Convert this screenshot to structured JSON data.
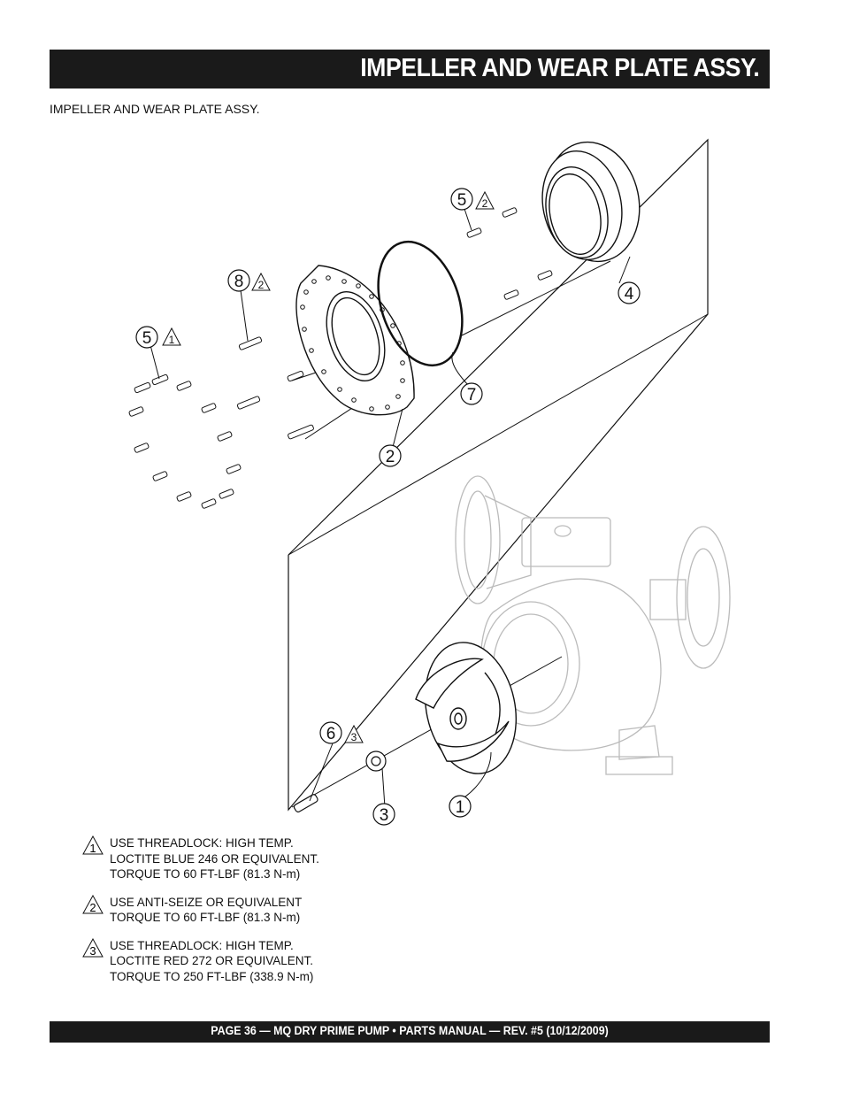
{
  "header": {
    "title": "IMPELLER AND WEAR PLATE ASSY."
  },
  "subtitle": "IMPELLER AND WEAR PLATE ASSY.",
  "callouts": {
    "c1": "1",
    "c2": "2",
    "c3": "3",
    "c4": "4",
    "c5a": "5",
    "c5b": "5",
    "c6": "6",
    "c7": "7",
    "c8": "8",
    "t5a": "1",
    "t5b": "2",
    "t8": "2",
    "t6": "3"
  },
  "notes": [
    {
      "marker": "1",
      "lines": [
        "USE THREADLOCK: HIGH TEMP.",
        "LOCTITE BLUE 246 OR EQUIVALENT.",
        "TORQUE TO 60 FT-LBF (81.3 N-m)"
      ]
    },
    {
      "marker": "2",
      "lines": [
        "USE ANTI-SEIZE OR EQUIVALENT",
        "TORQUE TO 60 FT-LBF (81.3 N-m)"
      ]
    },
    {
      "marker": "3",
      "lines": [
        "USE THREADLOCK: HIGH TEMP.",
        "LOCTITE RED 272  OR EQUIVALENT.",
        "TORQUE TO 250 FT-LBF (338.9 N-m)"
      ]
    }
  ],
  "footer": {
    "text": "PAGE 36 — MQ DRY PRIME PUMP • PARTS MANUAL — REV. #5 (10/12/2009)"
  }
}
